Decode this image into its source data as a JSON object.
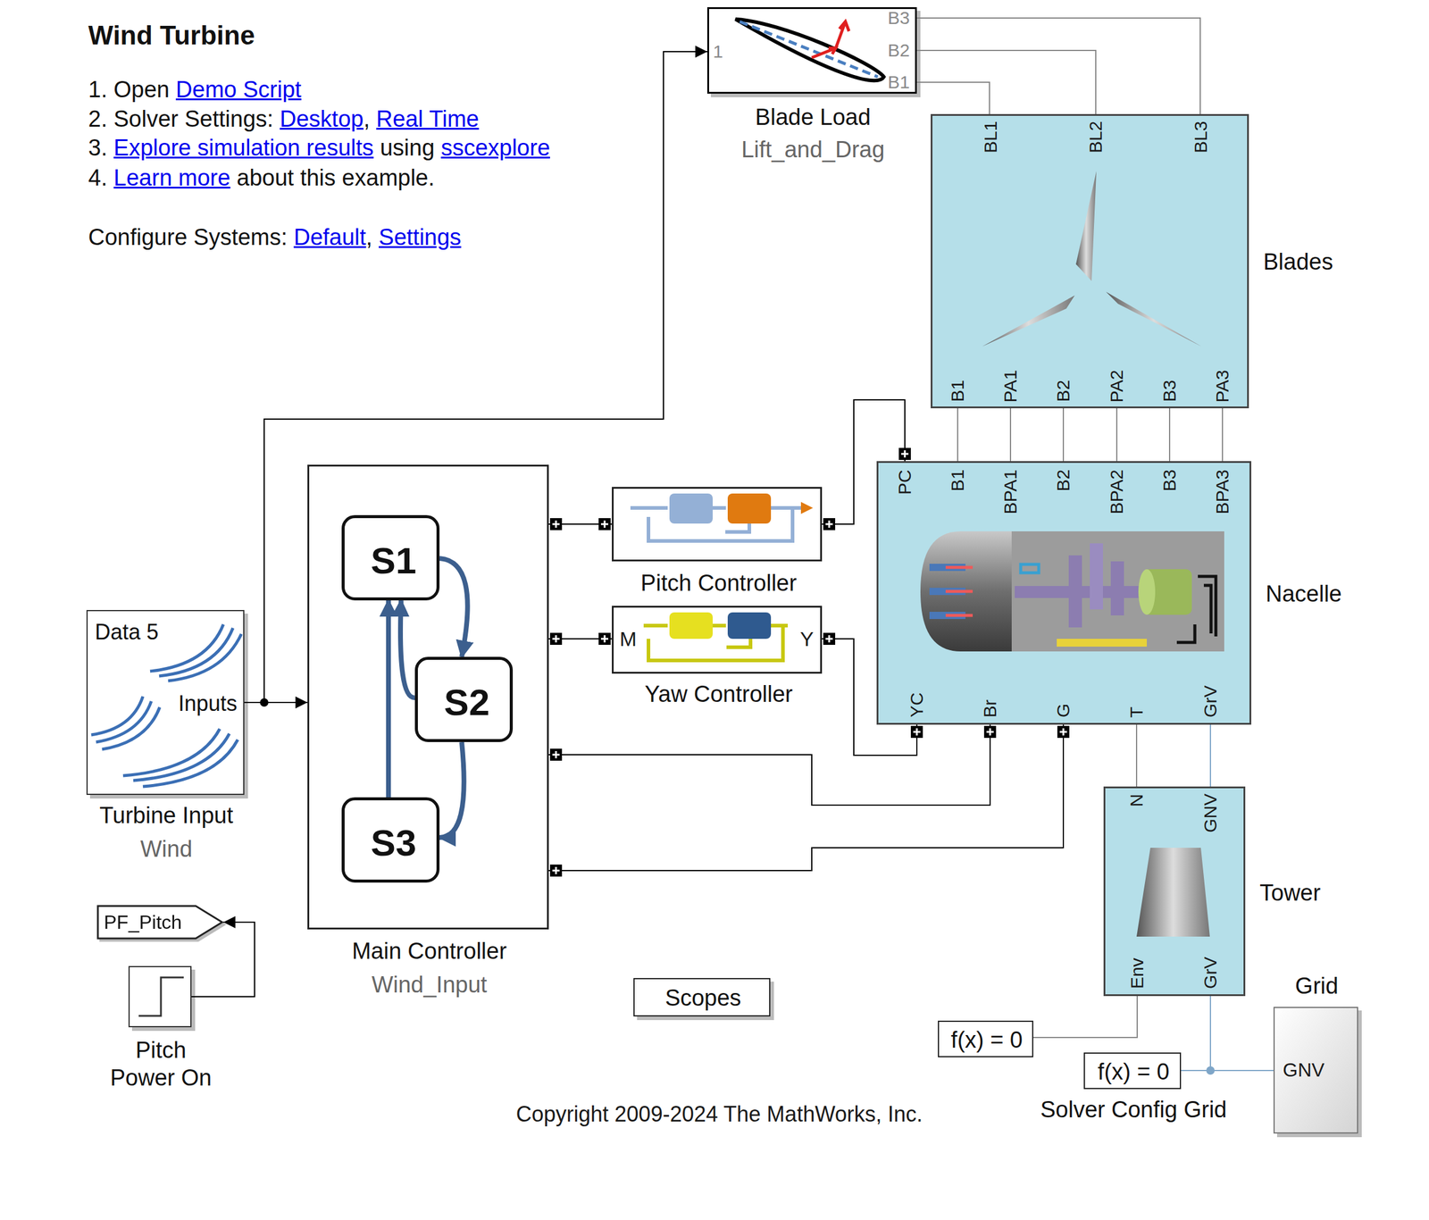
{
  "diagram": {
    "title": "Wind Turbine",
    "nodes": [
      {
        "text": [
          "Blade Load",
          "Lift_and_Drag"
        ]
      },
      {
        "text": [
          "Blades"
        ]
      },
      {
        "text": [
          "Data 5",
          "Inputs",
          "Turbine Input",
          "Wind"
        ]
      },
      {
        "text": [
          "Main Controller",
          "Wind_Input"
        ]
      },
      {
        "text": [
          "S1"
        ],
        "in": 3
      },
      {
        "text": [
          "S2"
        ],
        "in": 3
      },
      {
        "text": [
          "S3"
        ],
        "in": 3
      },
      {
        "text": [
          "Pitch Controller"
        ]
      },
      {
        "text": [
          "Yaw Controller"
        ]
      },
      {
        "text": [
          "Nacelle"
        ]
      },
      {
        "text": [
          "Tower"
        ]
      },
      {
        "text": [
          "Grid"
        ]
      },
      {
        "text": [
          "f(x) = 0"
        ]
      },
      {
        "text": [
          "f(x) = 0",
          "Solver Config Grid"
        ]
      },
      {
        "text": [
          "PF_Pitch"
        ]
      },
      {
        "text": [
          "Pitch Power On"
        ]
      },
      {
        "text": [
          "Scopes"
        ]
      }
    ],
    "edges": [
      {
        "from": 2,
        "to": 3,
        "arrow": "to"
      },
      {
        "from": 2,
        "to": 0,
        "arrow": "to"
      },
      {
        "from": 0,
        "to": 1,
        "arrow": "none"
      },
      {
        "from": 0,
        "to": 1,
        "arrow": "none"
      },
      {
        "from": 0,
        "to": 1,
        "arrow": "none"
      },
      {
        "from": 1,
        "to": 9,
        "arrow": "none"
      },
      {
        "from": 1,
        "to": 9,
        "arrow": "none"
      },
      {
        "from": 1,
        "to": 9,
        "arrow": "none"
      },
      {
        "from": 1,
        "to": 9,
        "arrow": "none"
      },
      {
        "from": 1,
        "to": 9,
        "arrow": "none"
      },
      {
        "from": 1,
        "to": 9,
        "arrow": "none"
      },
      {
        "from": 3,
        "to": 7,
        "arrow": "none"
      },
      {
        "from": 3,
        "to": 8,
        "arrow": "none"
      },
      {
        "from": 3,
        "to": 9,
        "arrow": "none"
      },
      {
        "from": 3,
        "to": 9,
        "arrow": "none"
      },
      {
        "from": 7,
        "to": 9,
        "arrow": "none"
      },
      {
        "from": 8,
        "to": 9,
        "arrow": "none"
      },
      {
        "from": 9,
        "to": 10,
        "arrow": "none"
      },
      {
        "from": 9,
        "to": 10,
        "arrow": "none"
      },
      {
        "from": 10,
        "to": 12,
        "arrow": "none"
      },
      {
        "from": 10,
        "to": 13,
        "arrow": "none"
      },
      {
        "from": 10,
        "to": 11,
        "arrow": "none"
      },
      {
        "from": 15,
        "to": 14,
        "arrow": "to"
      },
      {
        "from": 4,
        "to": 5,
        "arrow": "to"
      },
      {
        "from": 5,
        "to": 6,
        "arrow": "to"
      },
      {
        "from": 6,
        "to": 4,
        "arrow": "to"
      },
      {
        "from": 5,
        "to": 4,
        "arrow": "to"
      }
    ],
    "labels": [
      "1. Open",
      "Demo Script",
      "2. Solver Settings:",
      "Desktop",
      ",",
      "Real Time",
      "3.",
      "Explore simulation results",
      "using",
      "sscexplore",
      "4.",
      "Learn more",
      "about this example.",
      "Configure Systems:",
      "Default",
      ",",
      "Settings",
      "1",
      "B3",
      "B2",
      "B1",
      "BL1",
      "BL2",
      "BL3",
      "B1",
      "PA1",
      "B2",
      "PA2",
      "B3",
      "PA3",
      "PC",
      "B1",
      "BPA1",
      "B2",
      "BPA2",
      "B3",
      "BPA3",
      "YC",
      "Br",
      "G",
      "T",
      "GrV",
      "N",
      "GNV",
      "Env",
      "GrV",
      "GNV",
      "M",
      "Y",
      "Copyright 2009-2024 The MathWorks, Inc."
    ]
  }
}
